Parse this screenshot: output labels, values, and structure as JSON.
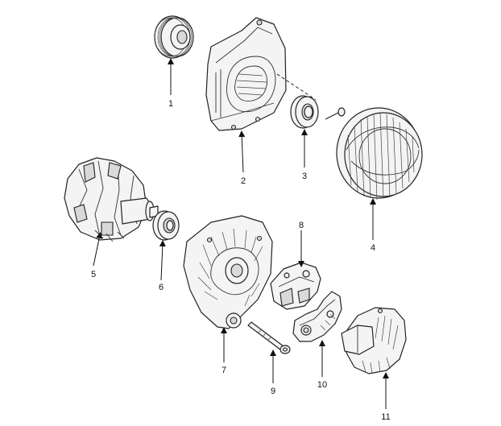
{
  "callouts": {
    "c1": "1",
    "c2": "2",
    "c3": "3",
    "c4": "4",
    "c5": "5",
    "c6": "6",
    "c7": "7",
    "c8": "8",
    "c9": "9",
    "c10": "10",
    "c11": "11"
  },
  "colors": {
    "line": "#222222",
    "fill": "#f4f4f4",
    "background": "#ffffff"
  }
}
